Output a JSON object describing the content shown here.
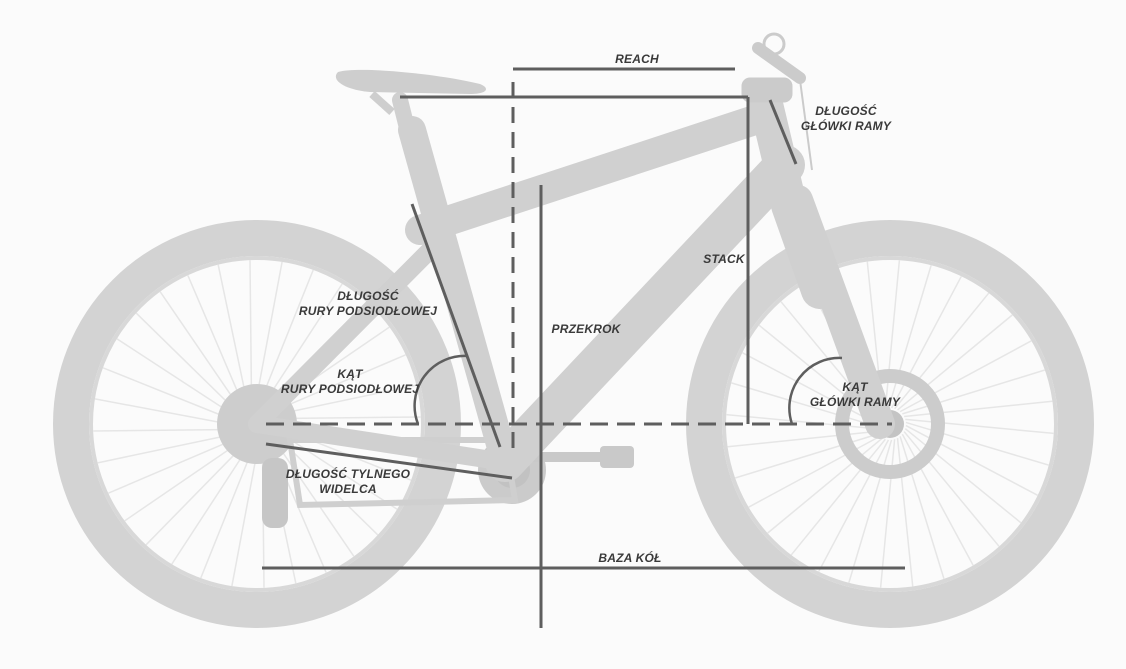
{
  "labels": {
    "reach": "REACH",
    "head_tube_length": [
      "DŁUGOŚĆ",
      "GŁÓWKI RAMY"
    ],
    "stack": "STACK",
    "seat_tube_length": [
      "DŁUGOŚĆ",
      "RURY PODSIODŁOWEJ"
    ],
    "standover": "PRZEKROK",
    "seat_tube_angle": [
      "KĄT",
      "RURY PODSIODŁOWEJ"
    ],
    "head_tube_angle": [
      "KĄT",
      "GŁÓWKI RAMY"
    ],
    "chainstay_length": [
      "DŁUGOŚĆ TYLNEGO",
      "WIDELCA"
    ],
    "wheelbase": "BAZA KÓŁ"
  },
  "colors": {
    "bike": "#d3d3d3",
    "spokes": "#e8e8e8",
    "measure_line": "#5e5e5e",
    "label_text": "#3a3a3a",
    "background": "#fbfbfb"
  }
}
